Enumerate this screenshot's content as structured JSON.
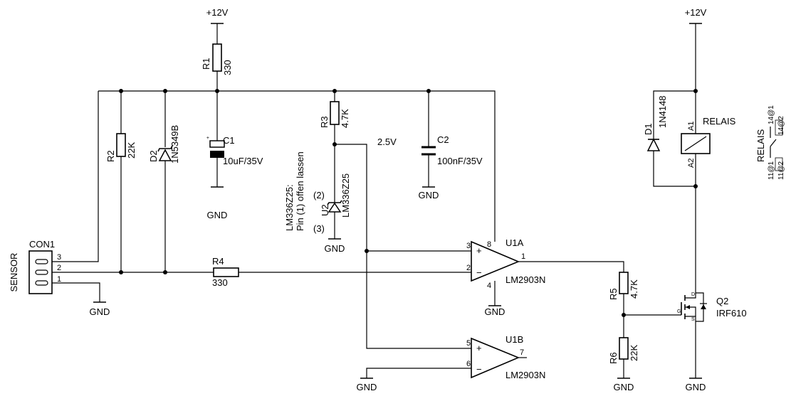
{
  "power": {
    "vcc": "+12V",
    "gnd": "GND"
  },
  "connector": {
    "ref": "CON1",
    "name": "SENSOR",
    "pins": [
      "3",
      "2",
      "1"
    ]
  },
  "r1": {
    "ref": "R1",
    "value": "330"
  },
  "r2": {
    "ref": "R2",
    "value": "22K"
  },
  "r3": {
    "ref": "R3",
    "value": "4.7K"
  },
  "r4": {
    "ref": "R4",
    "value": "330"
  },
  "r5": {
    "ref": "R5",
    "value": "4.7K"
  },
  "r6": {
    "ref": "R6",
    "value": "22K"
  },
  "c1": {
    "ref": "C1",
    "value": "10uF/35V",
    "plus": "+"
  },
  "c2": {
    "ref": "C2",
    "value": "100nF/35V"
  },
  "d1": {
    "ref": "D1",
    "value": "1N4148"
  },
  "d2": {
    "ref": "D2",
    "value": "1N5349B"
  },
  "u2": {
    "ref": "U2",
    "value": "LM336Z25",
    "pin2": "(2)",
    "pin3": "(3)",
    "note_line1": "LM336Z25:",
    "note_line2": "Pin (1) offen lassen"
  },
  "vref_label": "2.5V",
  "u1a": {
    "ref": "U1A",
    "value": "LM2903N",
    "pin_in_plus": "3",
    "pin_in_minus": "2",
    "pin_out": "1",
    "pin_vcc": "8",
    "pin_gnd": "4",
    "plus": "+",
    "minus": "−"
  },
  "u1b": {
    "ref": "U1B",
    "value": "LM2903N",
    "pin_in_plus": "5",
    "pin_in_minus": "6",
    "pin_out": "7",
    "plus": "+",
    "minus": "−"
  },
  "q2": {
    "ref": "Q2",
    "value": "IRF610",
    "pin_g": "G",
    "pin_d": "D",
    "pin_s": "S"
  },
  "relay": {
    "ref": "RELAIS",
    "pin_a1": "A1",
    "pin_a2": "A2",
    "contact_ref": "RELAIS",
    "contact_14": "14@1",
    "contact_14b": "14@2",
    "contact_11": "11@1",
    "contact_11b": "11@2"
  }
}
